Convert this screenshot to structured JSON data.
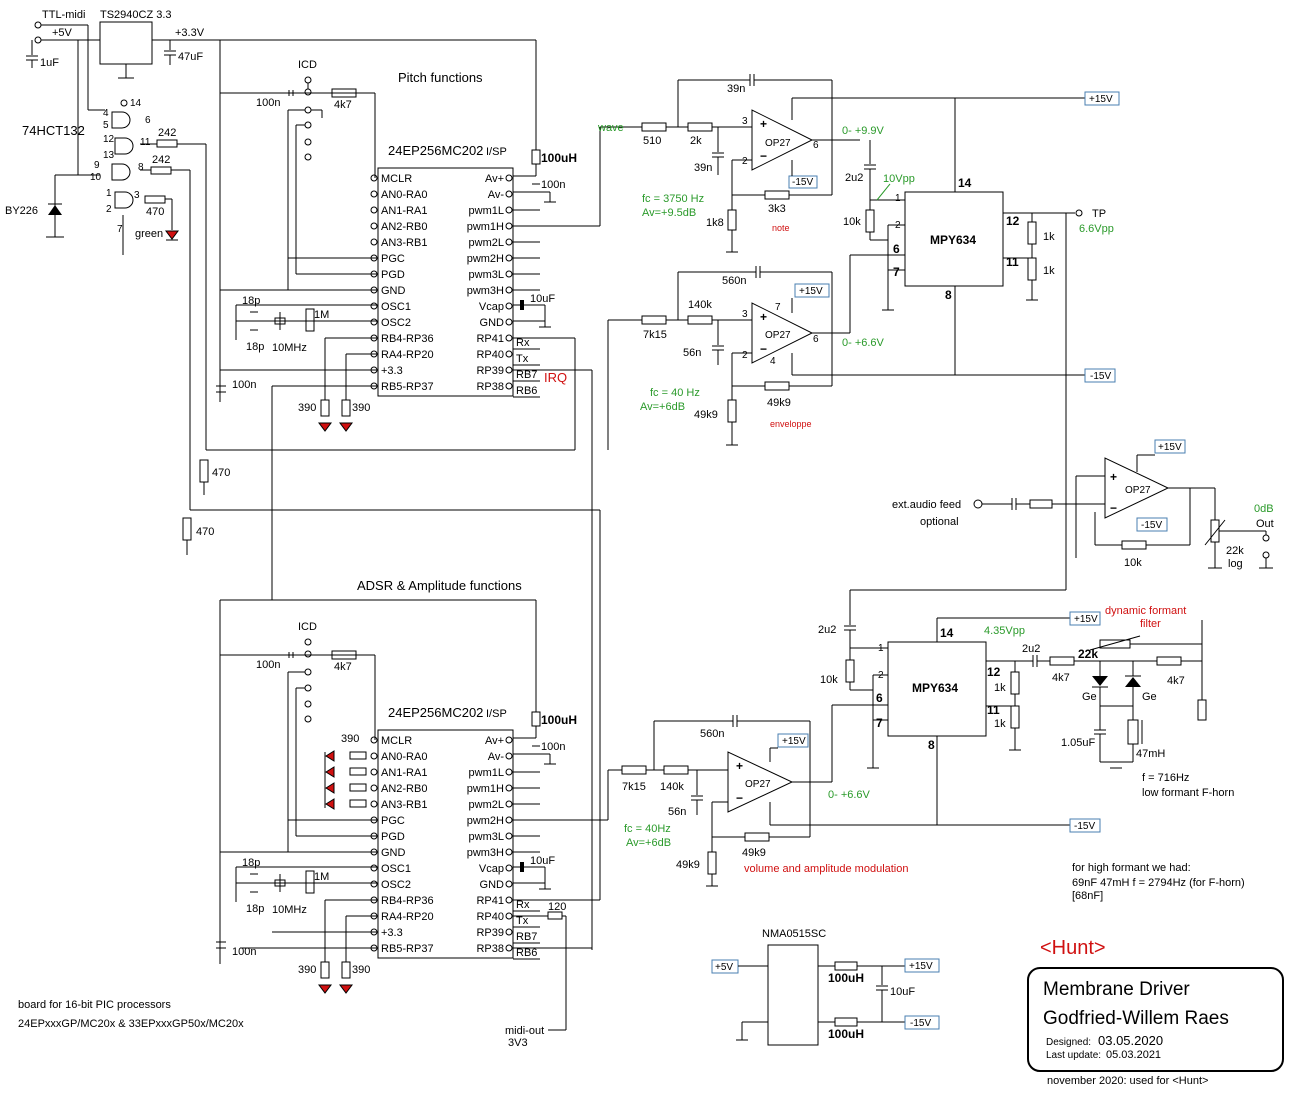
{
  "texts": {
    "ttl_midi": "TTL-midi",
    "ts2940": "TS2940CZ 3.3",
    "plus5v_a": "+5V",
    "plus33v": "+3.3V",
    "c_47uf": "47uF",
    "c_1uf": "1uF",
    "ic_74hct": "74HCT132",
    "by226": "BY226",
    "green": "green",
    "r242a": "242",
    "r242b": "242",
    "r470a": "470",
    "r470b": "470",
    "r470c": "470",
    "pin14": "14",
    "pin4": "4",
    "pin5": "5",
    "pin6": "6",
    "pin12": "12",
    "pin13": "13",
    "pin11": "11",
    "pin9": "9",
    "pin10": "10",
    "pin8": "8",
    "pin1": "1",
    "pin2": "2",
    "pin3": "3",
    "pin7": "7",
    "icd_top": "ICD",
    "icd_bottom": "ICD",
    "pitch_title": "Pitch functions",
    "adsr_title": "ADSR & Amplitude functions",
    "c100n": "100n",
    "r4k7": "4k7",
    "r4k7b": "4k7",
    "c100n_b": "100n",
    "chip_name": "24EP256MC202",
    "chip_pkg": "I/SP",
    "l100uh": "100uH",
    "c100n_av": "100n",
    "c10uf": "10uF",
    "irq": "IRQ",
    "c18p": "18p",
    "c18p_b": "18p",
    "xtal": "10MHz",
    "r1m": "1M",
    "c100n_c": "100n",
    "r390a": "390",
    "r390b": "390",
    "left_pins": [
      "MCLR",
      "AN0-RA0",
      "AN1-RA1",
      "AN2-RB0",
      "AN3-RB1",
      "PGC",
      "PGD",
      "GND",
      "OSC1",
      "OSC2",
      "RB4-RP36",
      "RA4-RP20",
      "+3.3",
      "RB5-RP37"
    ],
    "right_pins": [
      "Av+",
      "Av-",
      "pwm1L",
      "pwm1H",
      "pwm2L",
      "pwm2H",
      "pwm3L",
      "pwm3H",
      "Vcap",
      "GND",
      "RP41",
      "RP40",
      "RP39",
      "RP38"
    ],
    "right_extra": [
      "Rx",
      "Tx",
      "RB7",
      "RB6"
    ],
    "wave": "wave",
    "r510": "510",
    "r2k": "2k",
    "c39n_fb": "39n",
    "c39n_g": "39n",
    "op27": "OP27",
    "v_0_99": "0- +9.9V",
    "m15": "-15V",
    "p15": "+15V",
    "r3k3": "3k3",
    "note": "note",
    "r1k8": "1k8",
    "fc_3750": "fc = 3750 Hz",
    "av_95": "Av=+9.5dB",
    "c2u2": "2u2",
    "r10k": "10k",
    "v10vpp": "10Vpp",
    "mpy634": "MPY634",
    "tp": "TP",
    "v66vpp": "6.6Vpp",
    "r1k": "1k",
    "c560n": "560n",
    "r7k15": "7k15",
    "r140k": "140k",
    "c56n": "56n",
    "v0_66": "0- +6.6V",
    "fc40": "fc = 40 Hz",
    "av6": "Av=+6dB",
    "r49k9": "49k9",
    "env": "enveloppe",
    "ext_audio": "ext.audio feed",
    "optional": "optional",
    "odb": "0dB",
    "out": "Out",
    "r22k": "22k",
    "log": "log",
    "dyn_formant": "dynamic formant",
    "filter": "filter",
    "v435": "4.35Vpp",
    "r22k_b": "22k",
    "ge": "Ge",
    "c105uf": "1.05uF",
    "l47mh": "47mH",
    "f716": "f = 716Hz",
    "low_formant": "low formant  F-horn",
    "fc40b": "fc = 40Hz",
    "vol_amp": "volume and amplitude modulation",
    "high_formant": "for high formant we had:",
    "high_vals": "69nF   47mH     f = 2794Hz  (for F-horn)",
    "high_68": "[68nF]",
    "nma": "NMA0515SC",
    "r120": "120",
    "midi_out": "midi-out",
    "v3v3": "3V3",
    "board1": "board for 16-bit PIC processors",
    "board2": "24EPxxxGP/MC20x & 33EPxxxGP50x/MC20x",
    "hunt": "<Hunt>",
    "tb_title": "Membrane Driver",
    "tb_author": "Godfried-Willem Raes",
    "tb_designed_label": "Designed:",
    "tb_designed": "03.05.2020",
    "tb_update_label": "Last update:",
    "tb_update": "05.03.2021",
    "nov": "november 2020: used for <Hunt>"
  }
}
